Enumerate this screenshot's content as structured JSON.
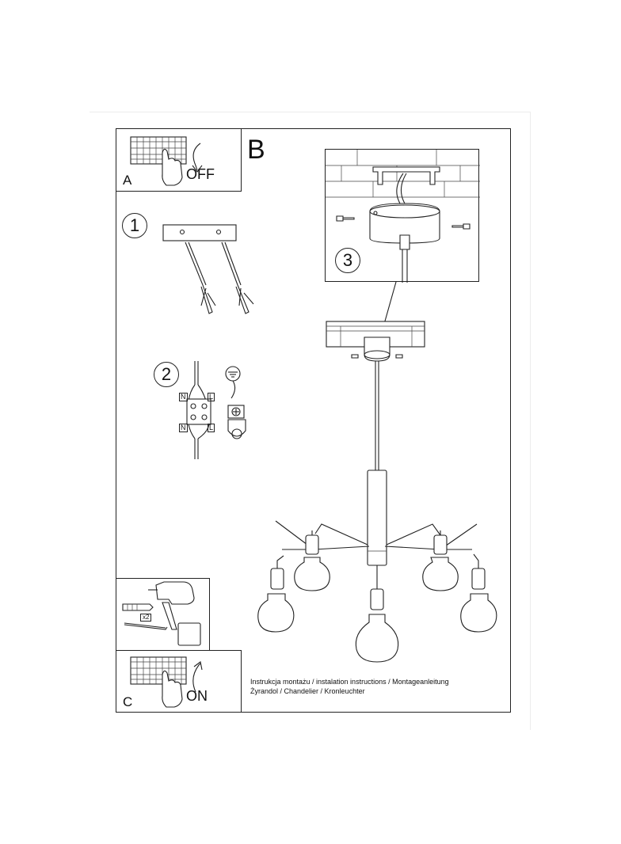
{
  "sections": {
    "a": {
      "letter": "A",
      "state": "OFF"
    },
    "b": {
      "letter": "B"
    },
    "c": {
      "letter": "C",
      "state": "ON"
    }
  },
  "steps": {
    "one": "1",
    "two": "2",
    "three": "3"
  },
  "wiring": {
    "neutral": "N",
    "live": "L"
  },
  "drill_count": "x2",
  "caption": {
    "line1": "Instrukcja montażu / instalation instructions / Montageanleitung",
    "line2": "Żyrandol / Chandelier / Kronleuchter"
  }
}
